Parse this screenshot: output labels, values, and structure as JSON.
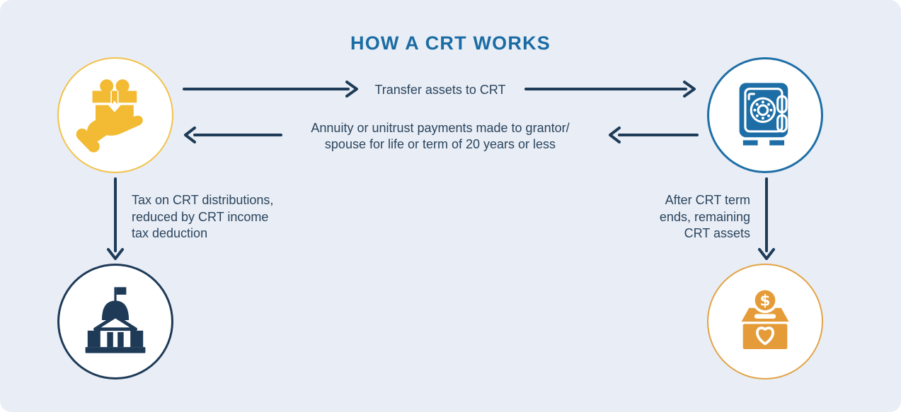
{
  "title": "HOW A CRT WORKS",
  "colors": {
    "background": "#E9EDF5",
    "title_blue": "#1A6CA4",
    "arrow_navy": "#1E3C58",
    "text_navy": "#2A455E",
    "gold": "#F3BB33",
    "gold_ring": "#F2C24A",
    "steel_blue": "#1D6EA6",
    "dark_navy": "#1E3A57",
    "orange": "#E59C38",
    "orange_ring": "#E2A344"
  },
  "nodes": {
    "grantor": {
      "icon": "hand-gift"
    },
    "crt_trust": {
      "icon": "safe"
    },
    "government": {
      "icon": "capitol-building"
    },
    "charity": {
      "icon": "donation-box"
    }
  },
  "edges": {
    "transfer": {
      "label": "Transfer assets to CRT"
    },
    "annuity": {
      "lines": [
        "Annuity or unitrust payments made to grantor/",
        "spouse for life or term of 20 years or less"
      ]
    },
    "tax": {
      "lines": [
        "Tax on CRT distributions,",
        "reduced by CRT income",
        "tax deduction"
      ]
    },
    "remainder": {
      "lines": [
        "After CRT term",
        "ends, remaining",
        "CRT assets"
      ]
    }
  }
}
